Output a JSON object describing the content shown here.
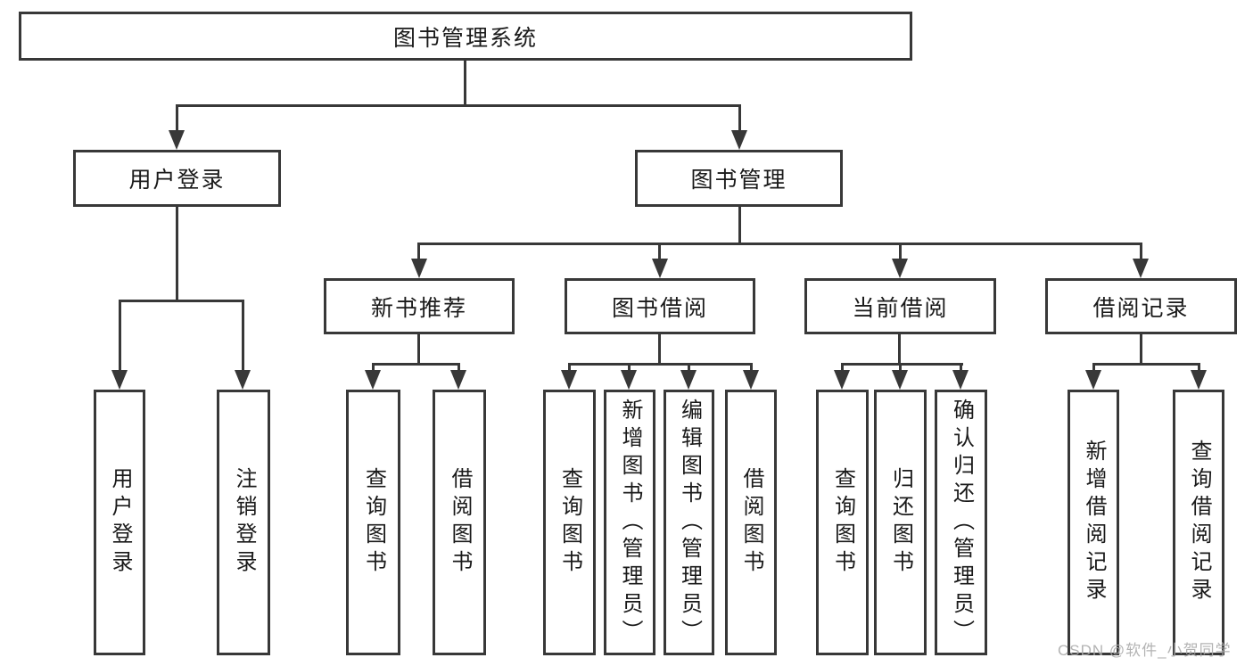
{
  "diagram": {
    "title": "图书管理系统",
    "colors": {
      "line": "#383838",
      "text": "#1a1a1a",
      "background": "#ffffff",
      "watermark": "#ababab"
    },
    "tree": {
      "root": {
        "label": "图书管理系统",
        "children": [
          {
            "label": "用户登录",
            "children": [
              {
                "label": "用户登录"
              },
              {
                "label": "注销登录"
              }
            ]
          },
          {
            "label": "图书管理",
            "children": [
              {
                "label": "新书推荐",
                "children": [
                  {
                    "label": "查询图书"
                  },
                  {
                    "label": "借阅图书"
                  }
                ]
              },
              {
                "label": "图书借阅",
                "children": [
                  {
                    "label": "查询图书"
                  },
                  {
                    "label": "新增图书（管理员）"
                  },
                  {
                    "label": "编辑图书（管理员）"
                  },
                  {
                    "label": "借阅图书"
                  }
                ]
              },
              {
                "label": "当前借阅",
                "children": [
                  {
                    "label": "查询图书"
                  },
                  {
                    "label": "归还图书"
                  },
                  {
                    "label": "确认归还（管理员）"
                  }
                ]
              },
              {
                "label": "借阅记录",
                "children": [
                  {
                    "label": "新增借阅记录"
                  },
                  {
                    "label": "查询借阅记录"
                  }
                ]
              }
            ]
          }
        ]
      }
    }
  },
  "watermark": {
    "text": "CSDN @软件_小贺同学"
  }
}
